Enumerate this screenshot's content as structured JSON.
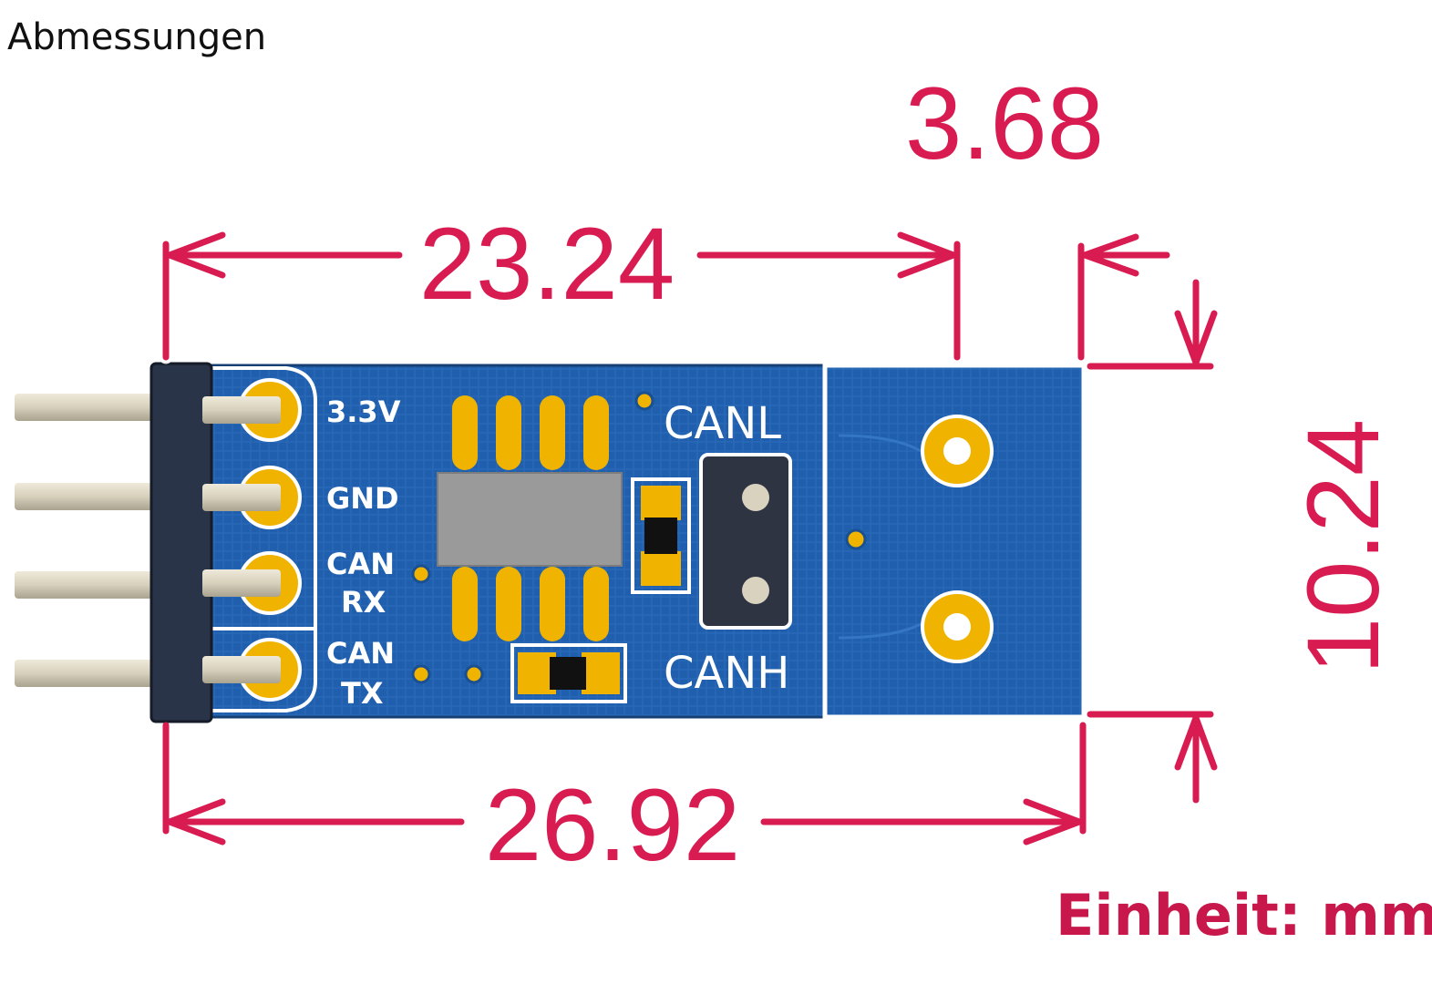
{
  "title": "Abmessungen",
  "unit_note": "Einheit: mm",
  "colors": {
    "dimension": "#d81b50",
    "pcb": "#1f5fae",
    "pad": "#f0b400",
    "header": "#2a3448",
    "pin": "#d8d2bf"
  },
  "dimensions": {
    "board_width": "23.24",
    "tab_offset": "3.68",
    "overall_length": "26.92",
    "board_height": "10.24"
  },
  "silkscreen": {
    "pin_3v3": "3.3V",
    "pin_gnd": "GND",
    "pin_can_rx_line1": "CAN",
    "pin_can_rx_line2": "RX",
    "pin_can_tx_line1": "CAN",
    "pin_can_tx_line2": "TX",
    "canl": "CANL",
    "canh": "CANH"
  }
}
